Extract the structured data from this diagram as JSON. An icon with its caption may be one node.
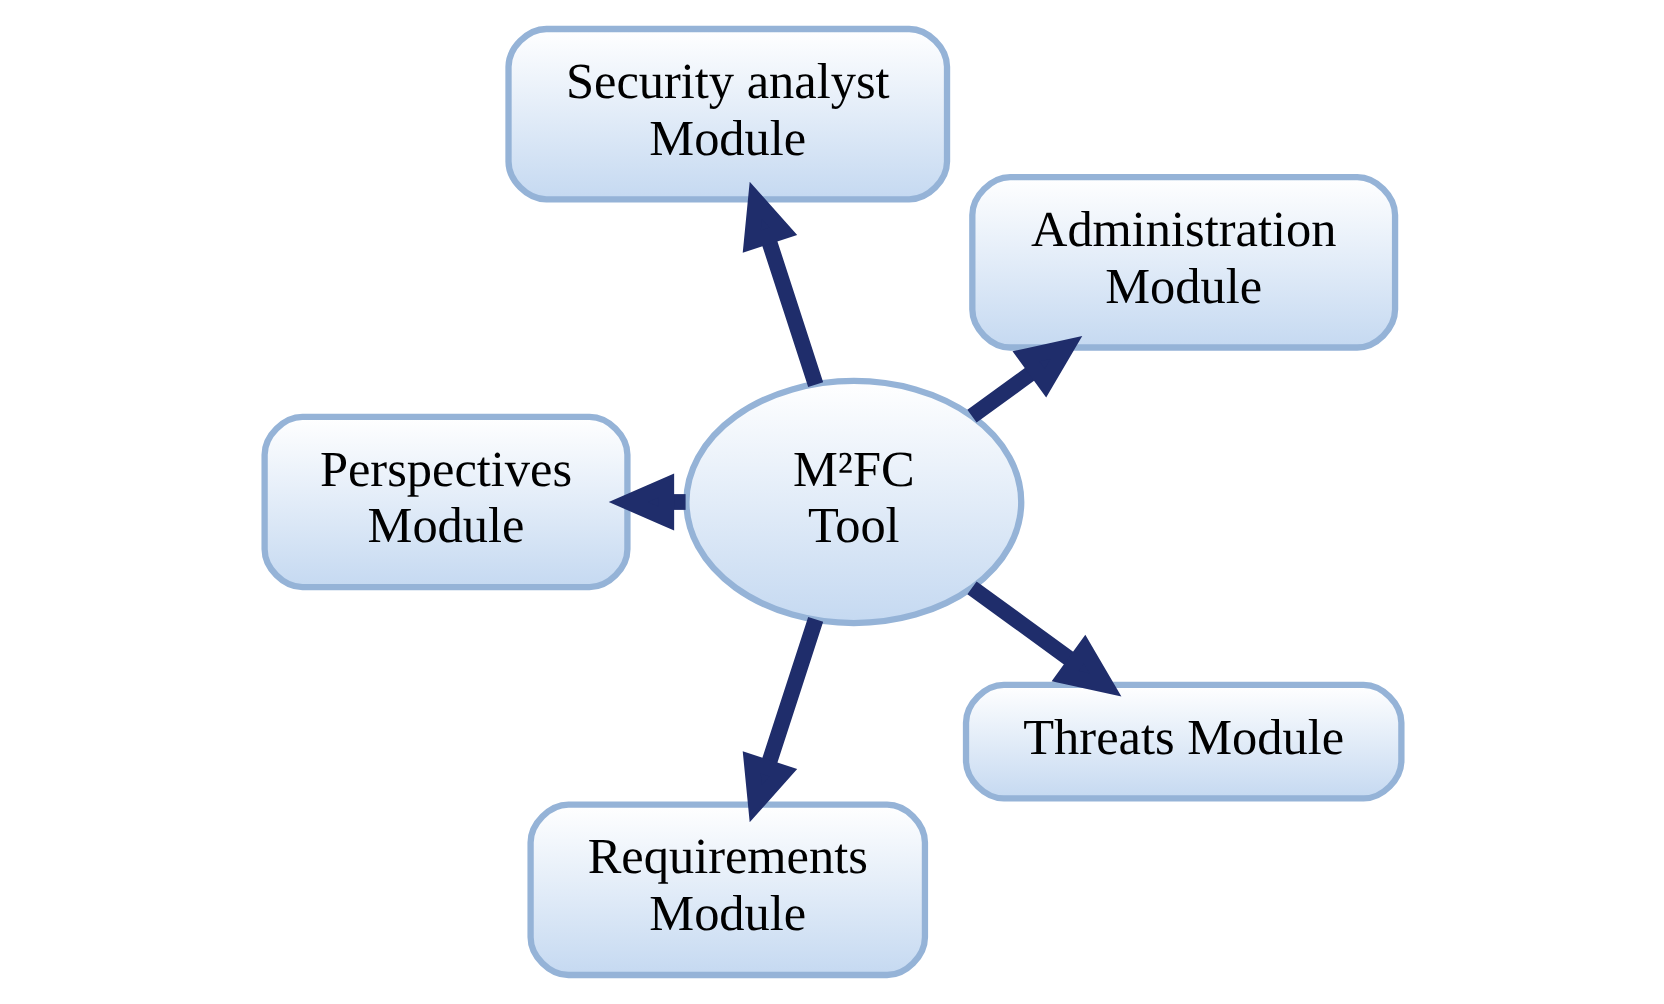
{
  "diagram": {
    "nodes": [
      {
        "text": [
          "Administration Module"
        ]
      },
      {
        "text": [
          "Security analyst Module"
        ]
      },
      {
        "text": [
          "M²FC Tool"
        ]
      },
      {
        "text": [
          "Perspectives Module"
        ]
      },
      {
        "text": [
          "Requirements Module"
        ]
      },
      {
        "text": [
          "Threats Module"
        ]
      }
    ],
    "edges": [
      {
        "from": 2,
        "to": 0,
        "arrow": "to"
      },
      {
        "from": 2,
        "to": 1,
        "arrow": "to"
      },
      {
        "from": 2,
        "to": 3,
        "arrow": "to"
      },
      {
        "from": 2,
        "to": 4,
        "arrow": "to"
      },
      {
        "from": 2,
        "to": 5,
        "arrow": "to"
      }
    ]
  }
}
